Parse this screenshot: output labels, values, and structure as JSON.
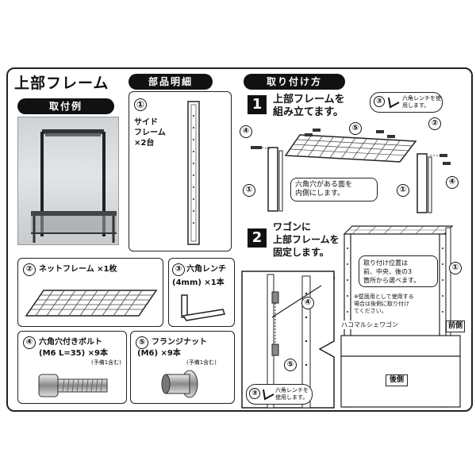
{
  "header": {
    "title": "上部フレーム"
  },
  "sections": {
    "example": "取付例",
    "parts": "部品明細",
    "install": "取り付け方"
  },
  "parts": [
    {
      "num": "①",
      "name_lines": [
        "サイド",
        "フレーム",
        "×2台"
      ]
    },
    {
      "num": "②",
      "name": "ネットフレーム ×1枚"
    },
    {
      "num": "③",
      "name": "六角レンチ",
      "spec": "(4mm) ×1本"
    },
    {
      "num": "④",
      "name": "六角穴付きボルト",
      "spec": "(M6 L=35) ×9本",
      "note": "(予備1含む)"
    },
    {
      "num": "⑤",
      "name": "フランジナット",
      "spec": "(M6) ×9本",
      "note": "(予備1含む)"
    }
  ],
  "step1": {
    "num": "1",
    "text_lines": [
      "上部フレームを",
      "組み立てます。"
    ],
    "wrench_note": "六角レンチを使用します。",
    "wrench_num": "③",
    "callout_lines": [
      "六角穴がある面を",
      "内側にします。"
    ],
    "labels": [
      "①",
      "②",
      "④",
      "⑤"
    ]
  },
  "step2": {
    "num": "2",
    "text_lines": [
      "ワゴンに",
      "上部フレームを",
      "固定します。"
    ],
    "callout_lines": [
      "取り付け位置は",
      "前、中央、後の3",
      "箇所から選べます。"
    ],
    "note_lines": [
      "※壁面用として使用する",
      "場合は後側に取り付け",
      "てください。"
    ],
    "brand": "ハコマルシェワゴン",
    "front": "前側",
    "back": "後側",
    "wrench_note": "六角レンチを使用します。",
    "wrench_num": "③",
    "labels": [
      "①",
      "④",
      "⑤"
    ]
  }
}
